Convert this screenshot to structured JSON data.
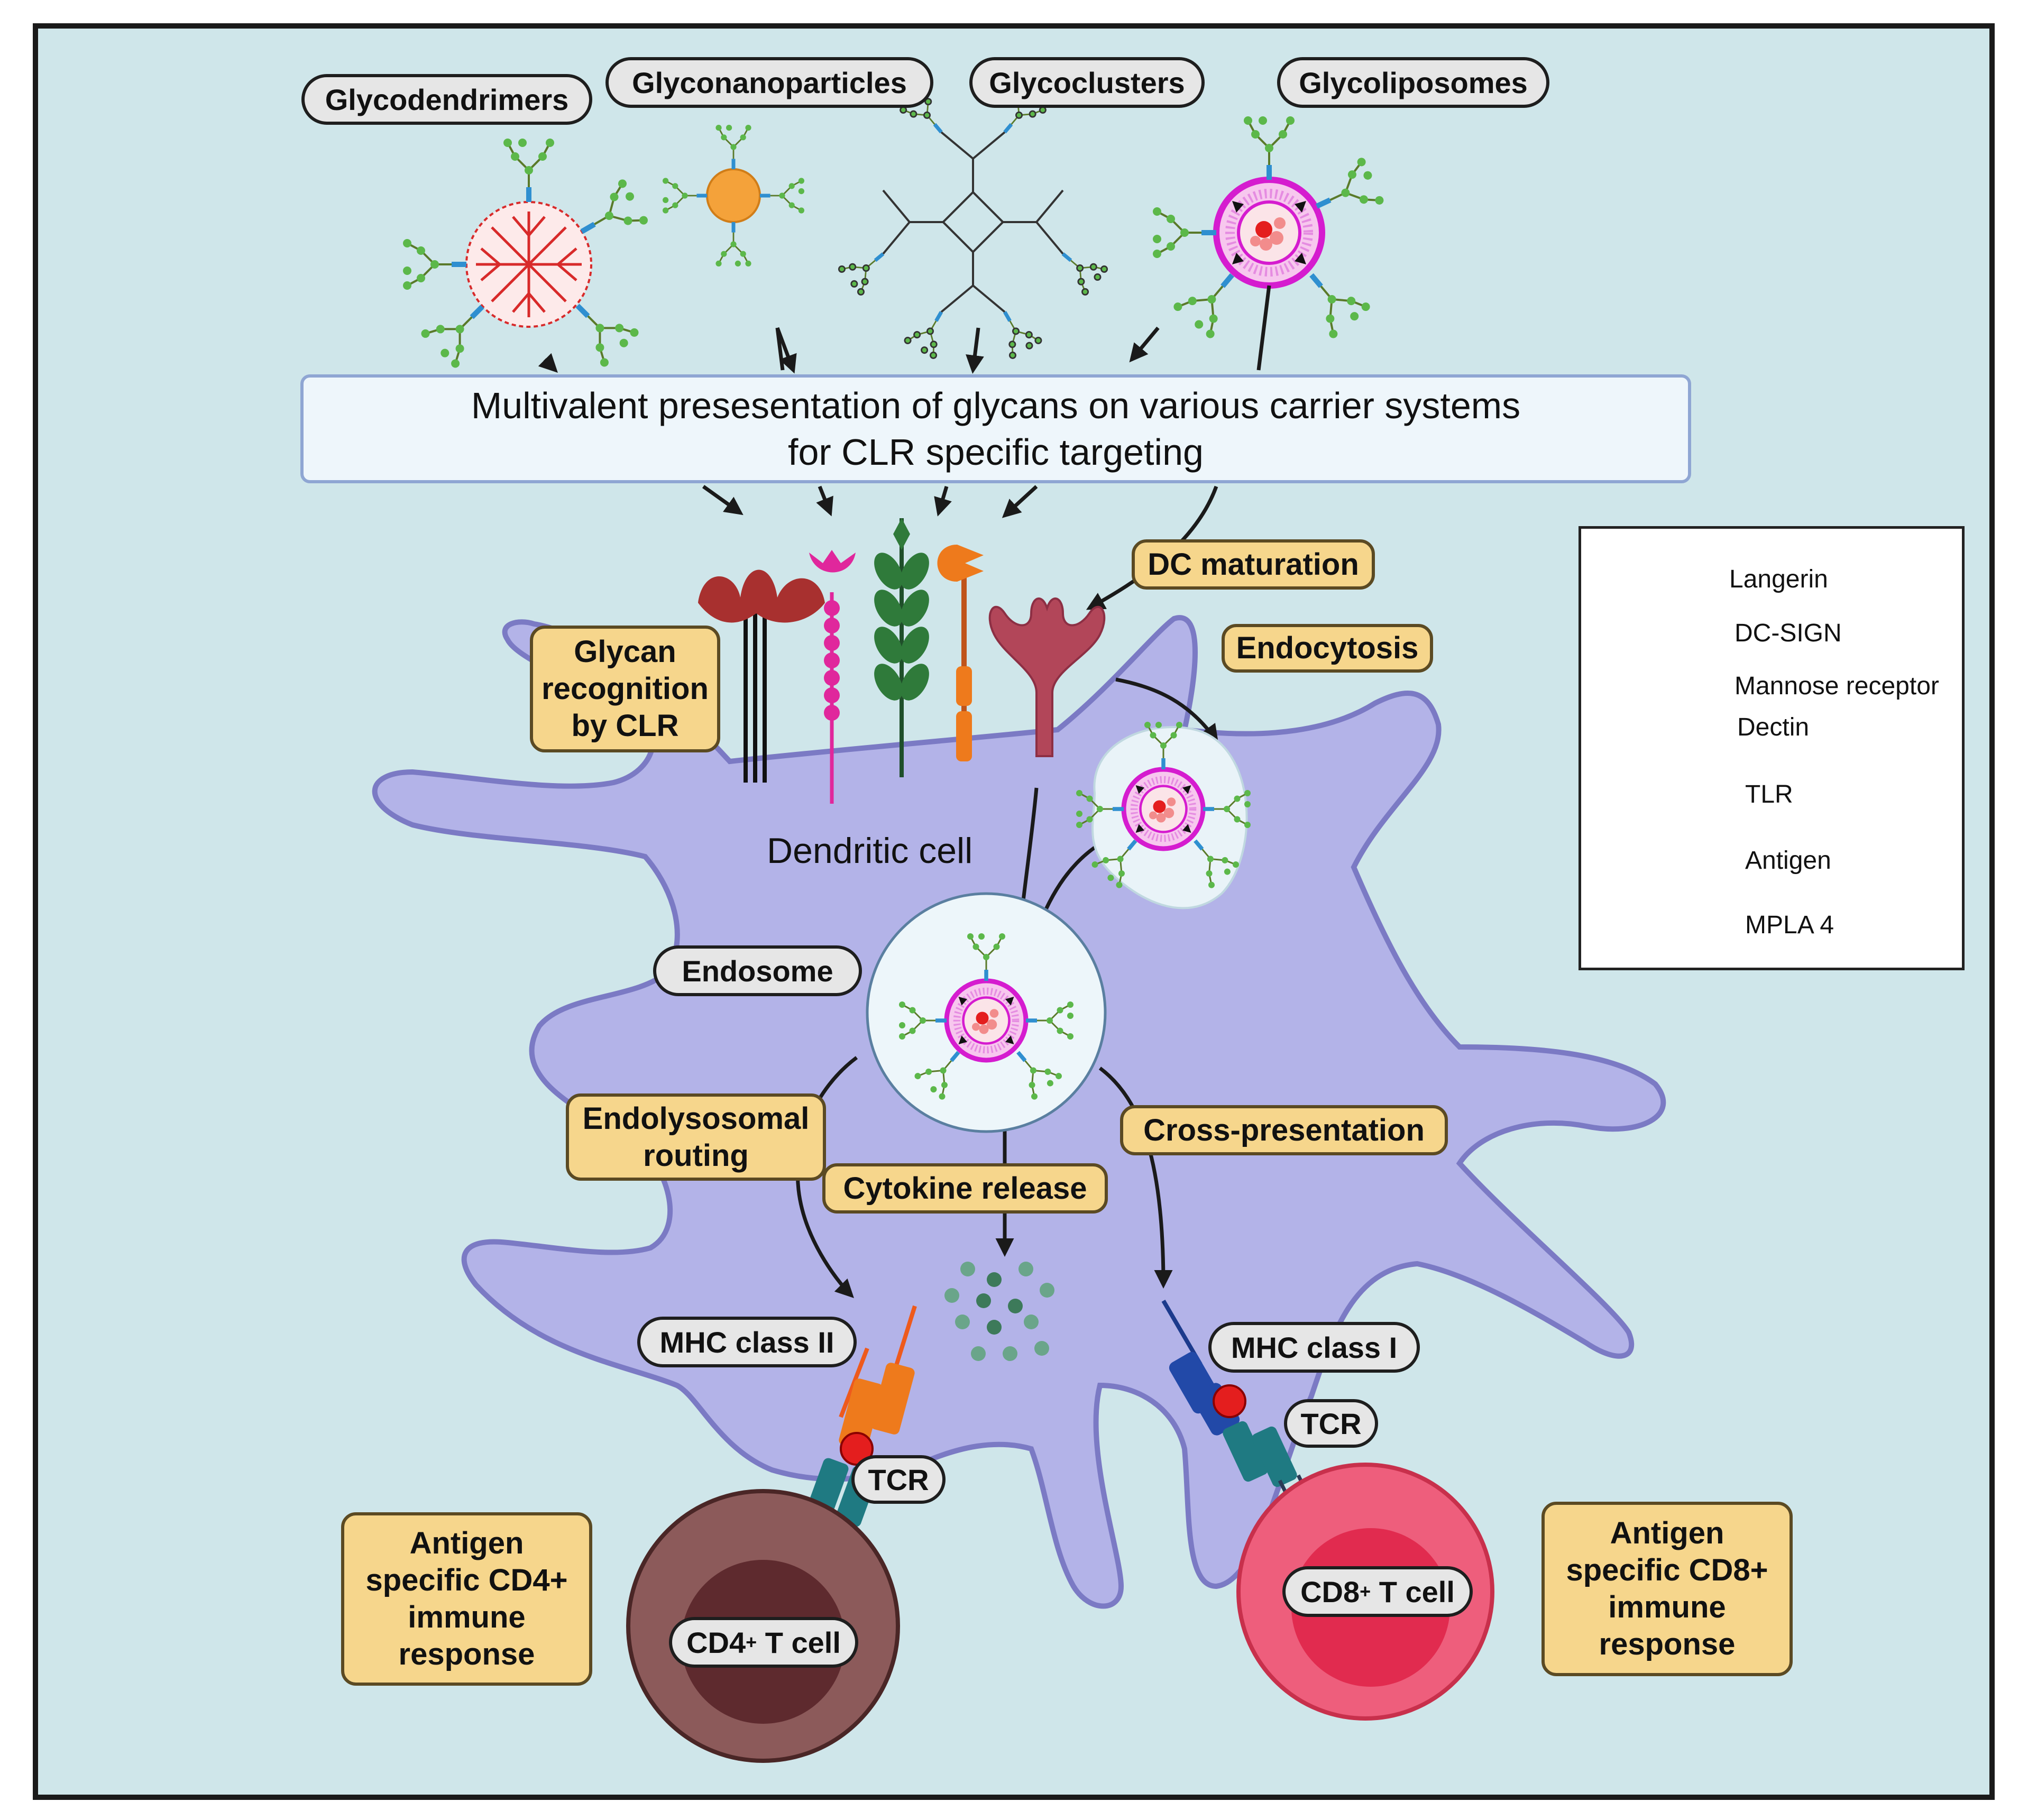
{
  "carriers": {
    "glycodendrimers": "Glycodendrimers",
    "glyconanoparticles": "Glyconanoparticles",
    "glycoclusters": "Glycoclusters",
    "glycoliposomes": "Glycoliposomes"
  },
  "banner": {
    "line1": "Multivalent presesentation of glycans on various carrier systems",
    "line2": "for CLR specific targeting"
  },
  "steps": {
    "glycan_recognition": [
      "Glycan",
      "recognition",
      "by CLR"
    ],
    "dc_maturation": "DC maturation",
    "endocytosis": "Endocytosis",
    "endolysosomal_routing": [
      "Endolysosomal",
      "routing"
    ],
    "cytokine_release": "Cytokine release",
    "cross_presentation": "Cross-presentation"
  },
  "cell": {
    "dendritic_cell": "Dendritic cell",
    "endosome": "Endosome",
    "mhc_class_ii": "MHC class II",
    "mhc_class_i": "MHC class I",
    "tcr_left": "TCR",
    "tcr_right": "TCR",
    "cd4_prefix": "CD4",
    "cd4_sup": "+",
    "cd4_suffix": " T cell",
    "cd8_prefix": "CD8",
    "cd8_sup": "+",
    "cd8_suffix": " T cell"
  },
  "responses": {
    "cd4": [
      "Antigen",
      "specific CD4+",
      "immune",
      "response"
    ],
    "cd8": [
      "Antigen",
      "specific CD8+",
      "immune",
      "response"
    ]
  },
  "legend": {
    "items": [
      "Langerin",
      "DC-SIGN",
      "Mannose receptor",
      "Dectin",
      "TLR",
      "Antigen",
      "MPLA 4"
    ]
  },
  "colors": {
    "background": "#cfe6ea",
    "cell": "#b3b3e8",
    "label_gold": "#f6d68c",
    "langerin": "#a8302f",
    "dc_sign": "#e0279c",
    "mannose_receptor": "#2f7a3a",
    "dectin": "#ee7a1c",
    "tlr": "#b24659",
    "antigen": "#e41e1e",
    "cd4_cell": "#8c5a5a",
    "cd8_cell": "#ee5e7c"
  }
}
